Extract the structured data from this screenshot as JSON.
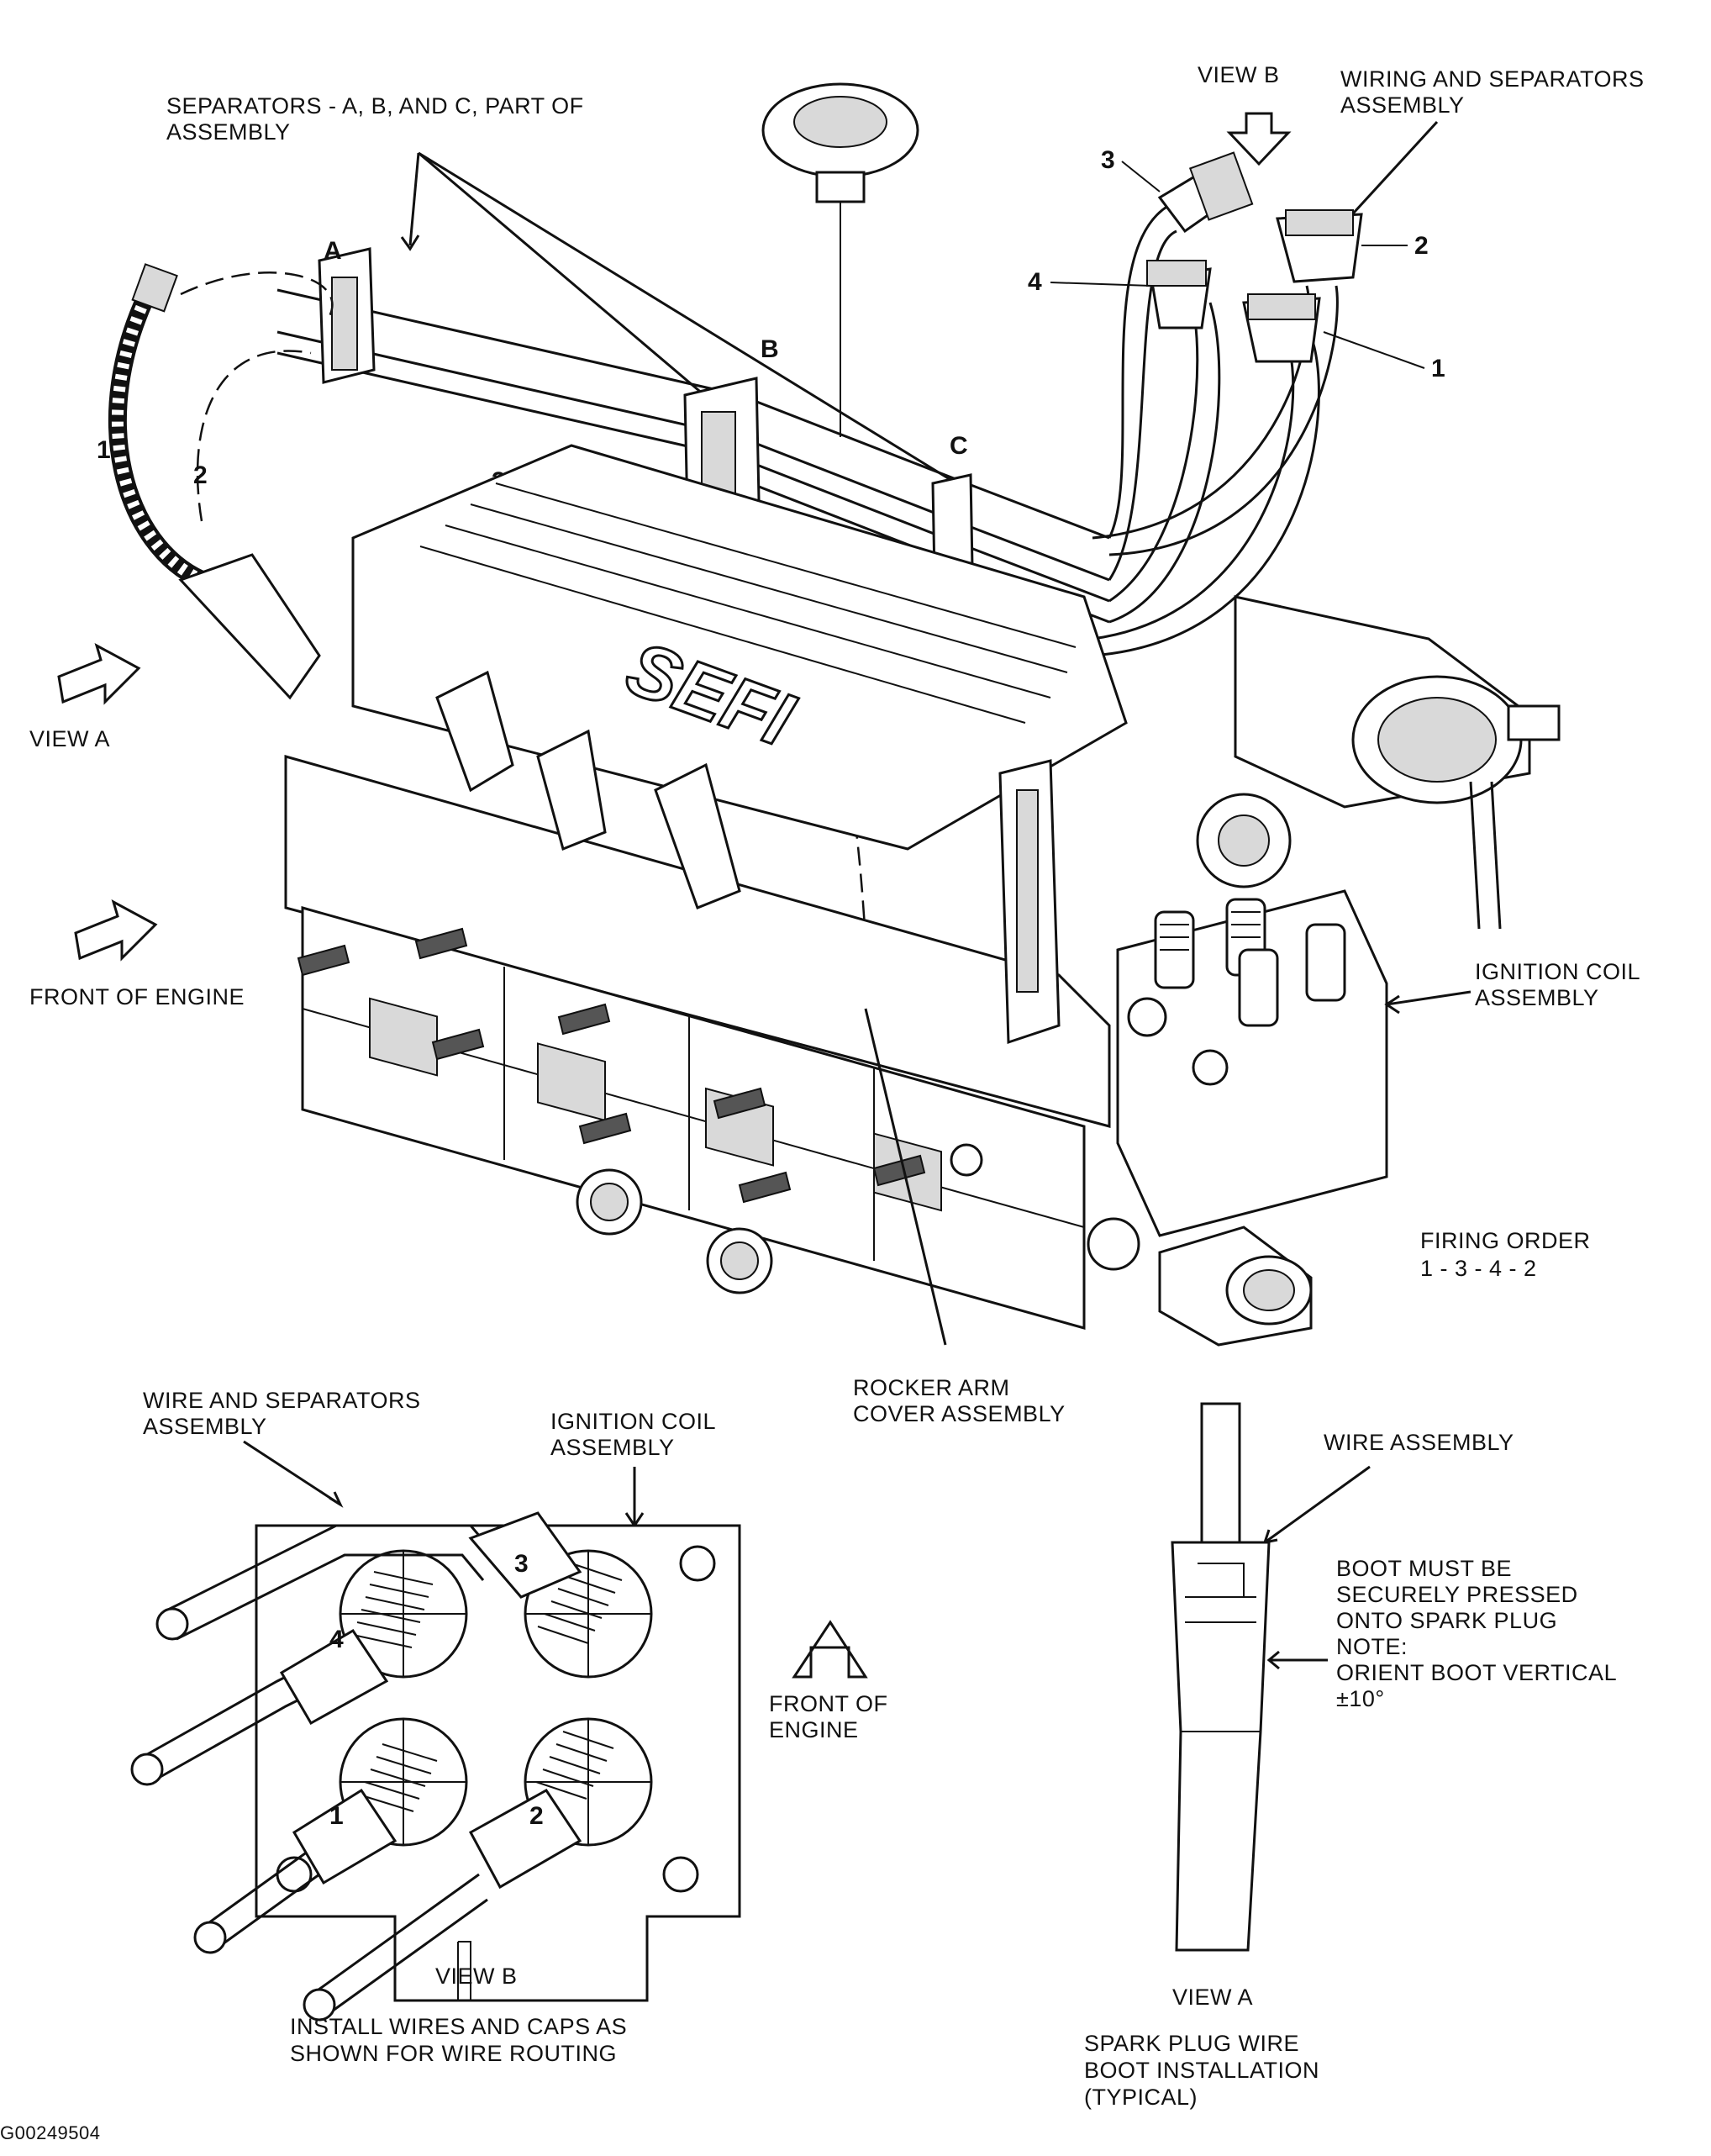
{
  "labels": {
    "separators": [
      "SEPARATORS - A, B, AND C, PART OF",
      "ASSEMBLY"
    ],
    "view_b_top": "VIEW B",
    "wiring_sep": [
      "WIRING AND SEPARATORS",
      "ASSEMBLY"
    ],
    "view_a_left": "VIEW A",
    "front_of_engine_left": "FRONT OF ENGINE",
    "ignition_coil_right": [
      "IGNITION COIL",
      "ASSEMBLY"
    ],
    "firing_order": [
      "FIRING ORDER",
      "1 - 3 - 4 - 2"
    ],
    "rocker_arm": [
      "ROCKER ARM",
      "COVER ASSEMBLY"
    ],
    "wire_sep_bottom": [
      "WIRE AND SEPARATORS",
      "ASSEMBLY"
    ],
    "ignition_coil_bottom": [
      "IGNITION COIL",
      "ASSEMBLY"
    ],
    "front_of_engine_bottom": [
      "FRONT OF",
      "ENGINE"
    ],
    "view_b_bottom": "VIEW B",
    "install_wires": [
      "INSTALL WIRES AND CAPS AS",
      "SHOWN FOR WIRE ROUTING"
    ],
    "wire_assembly": "WIRE ASSEMBLY",
    "boot_note": [
      "BOOT MUST BE",
      "SECURELY PRESSED",
      "ONTO SPARK PLUG",
      "NOTE:",
      "ORIENT BOOT VERTICAL",
      "±10°"
    ],
    "view_a_bottom": "VIEW A",
    "spark_plug": [
      "SPARK PLUG WIRE",
      "BOOT INSTALLATION",
      "(TYPICAL)"
    ],
    "figure_id": "G00249504"
  },
  "separator_letters": [
    "A",
    "B",
    "C"
  ],
  "wire_numbers": [
    "1",
    "2",
    "3",
    "4"
  ],
  "engine_text": "SEFI"
}
